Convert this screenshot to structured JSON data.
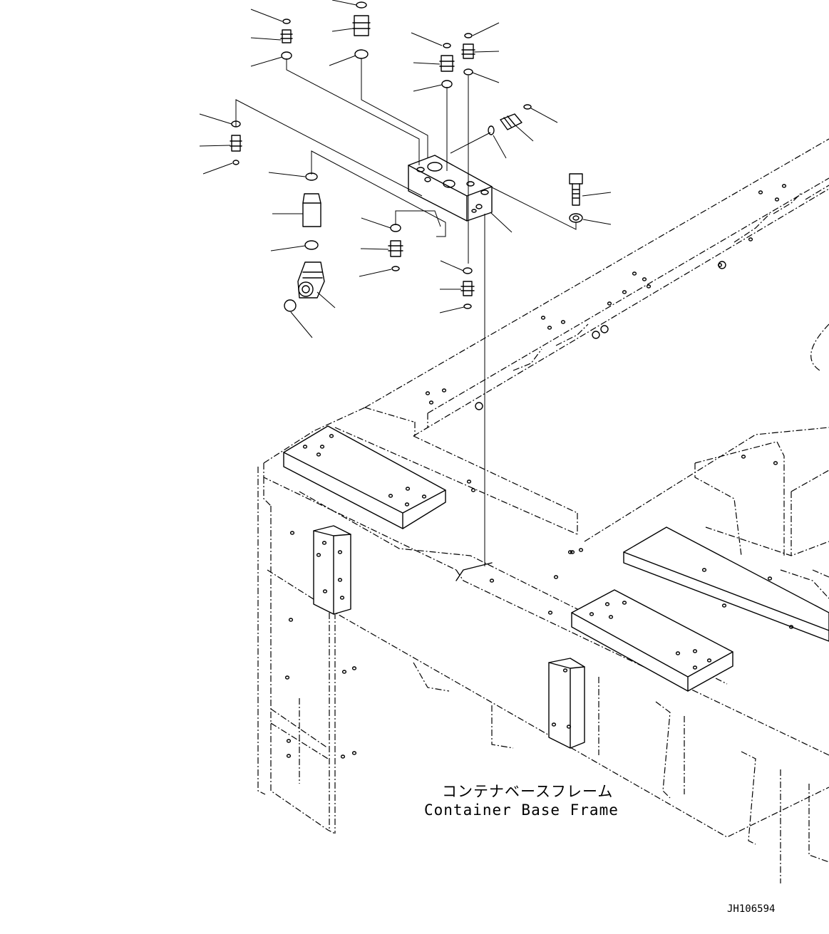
{
  "caption": {
    "japanese": "コンテナベースフレーム",
    "english": "Container Base Frame"
  },
  "drawing_number": "JH106594"
}
